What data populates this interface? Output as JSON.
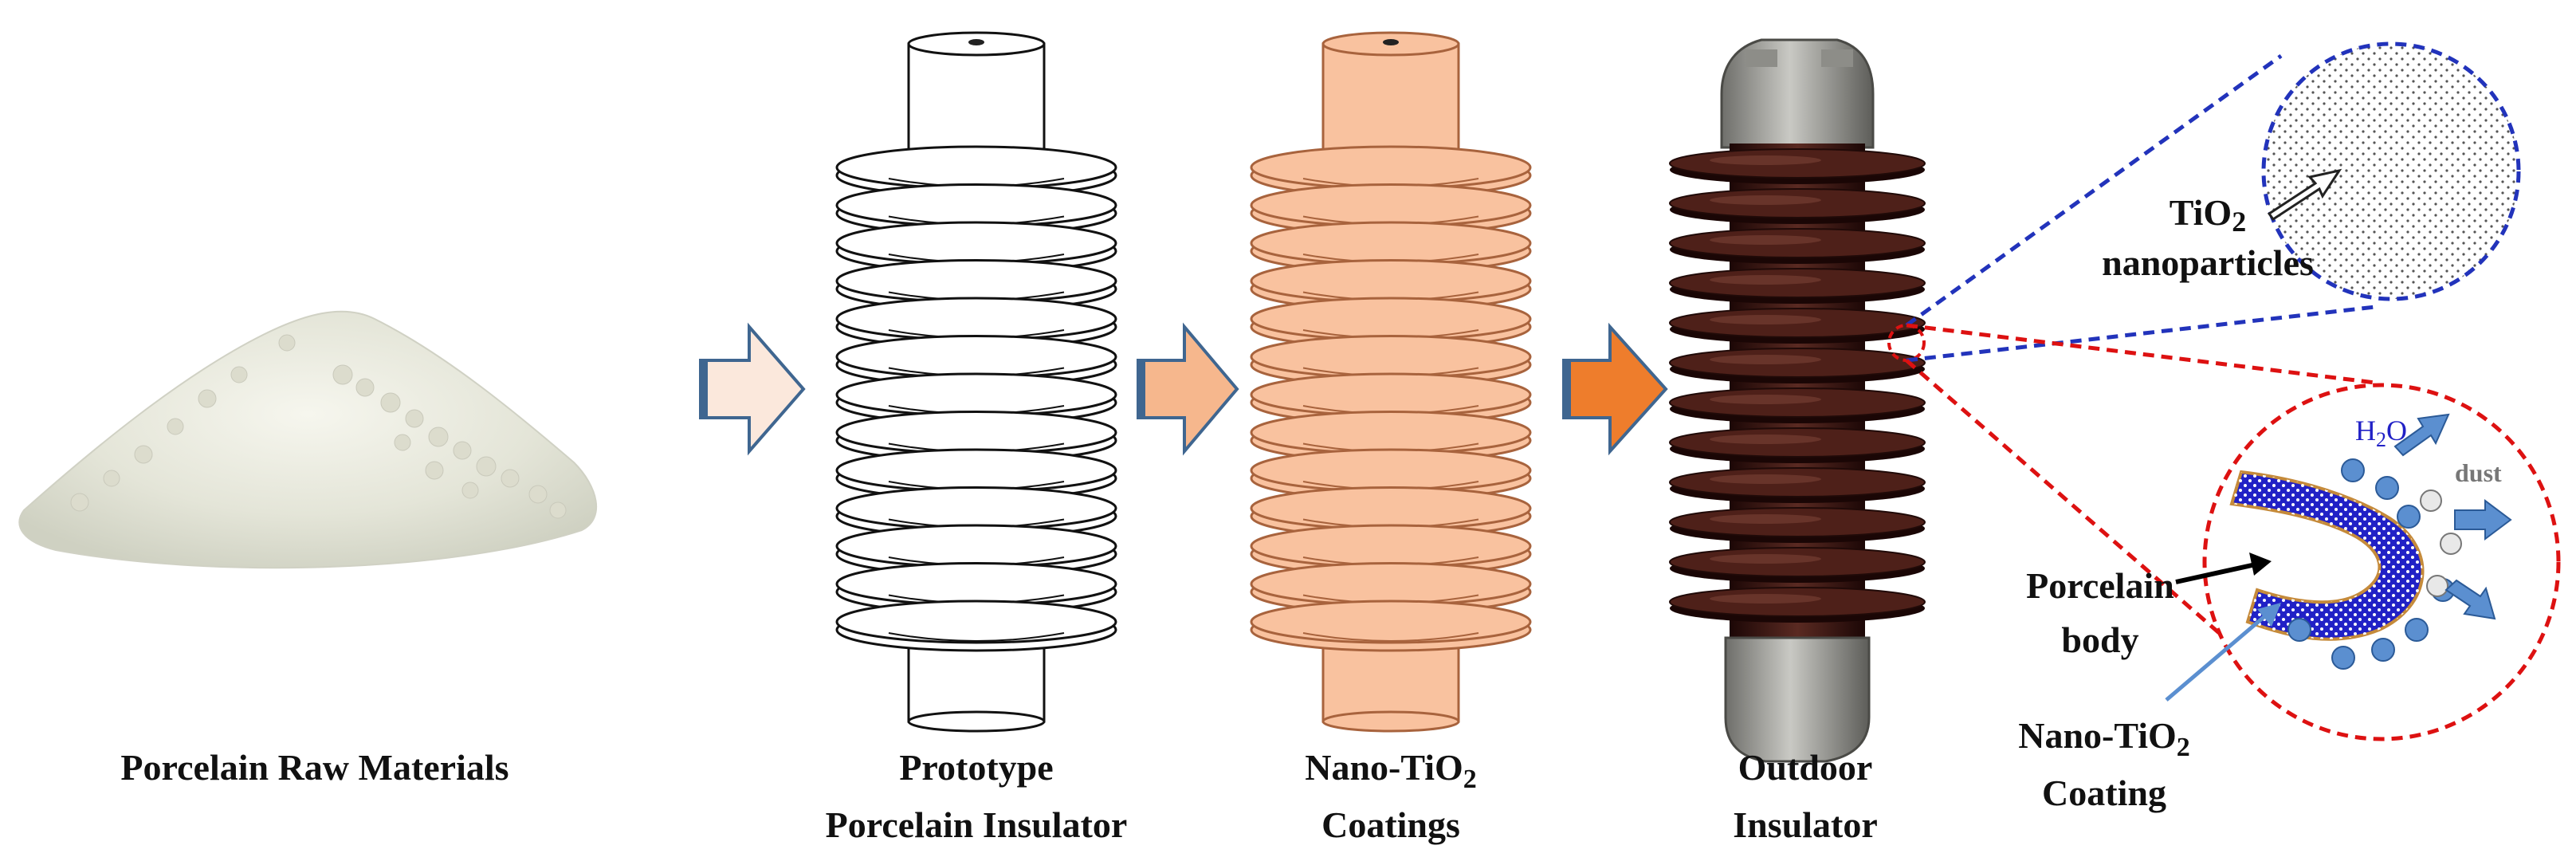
{
  "stages": [
    {
      "label": "Porcelain Raw Materials"
    },
    {
      "label_line1": "Prototype",
      "label_line2": "Porcelain Insulator"
    },
    {
      "label_line1_a": "Nano-TiO",
      "label_line1_sub": "2",
      "label_line2": "Coatings"
    },
    {
      "label_line1": "Outdoor",
      "label_line2": "Insulator"
    }
  ],
  "zoom_top": {
    "label_prefix": "TiO",
    "label_sub": "2",
    "label_line2": "nanoparticles"
  },
  "zoom_bottom": {
    "water": "H",
    "water_sub": "2",
    "water_suffix": "O",
    "dust": "dust",
    "body_line1": "Porcelain",
    "body_line2": "body",
    "coating_prefix": "Nano-TiO",
    "coating_sub": "2",
    "coating_line2": "Coating"
  },
  "colors": {
    "arrow1_fill": "#fbe8dc",
    "arrow2_fill": "#f6b78d",
    "arrow3_fill": "#ee7d2c",
    "arrow_stroke": "#3f6690",
    "coating_fill": "#f9c29f",
    "insulator_brown": "#3a1712",
    "zoom_top_circle": "#2233bb",
    "zoom_bottom_circle": "#dd1111",
    "coating_blue": "#2121c6",
    "water_blue": "#5b8fd0"
  }
}
